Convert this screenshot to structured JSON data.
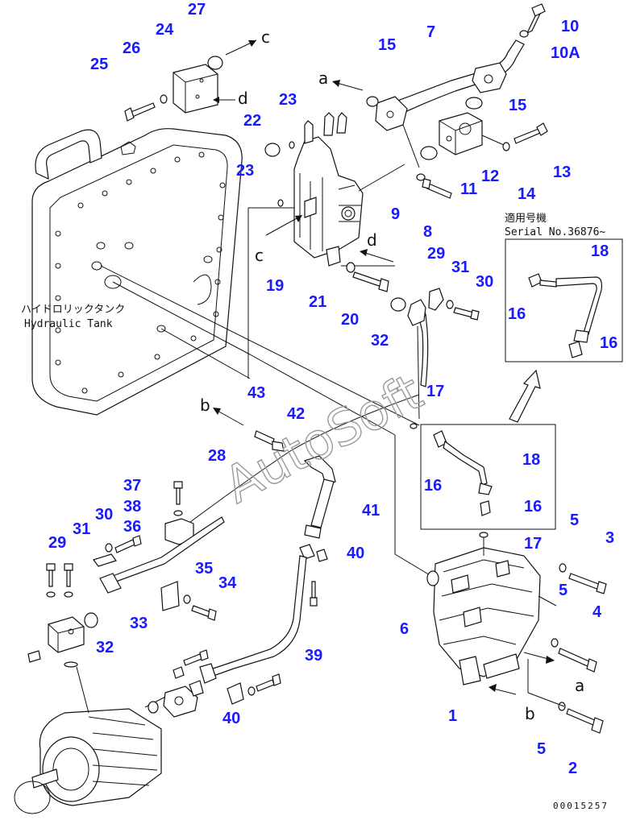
{
  "watermark": "AutoSoft",
  "tank_label": {
    "jp": "ハイドロリックタンク",
    "en": "Hydraulic Tank"
  },
  "serial_box": {
    "jp": "適用号機",
    "en": "Serial No.36876~"
  },
  "drawing_number": "00015257",
  "letters": [
    {
      "id": "c1",
      "text": "c"
    },
    {
      "id": "d1",
      "text": "d"
    },
    {
      "id": "a1",
      "text": "a"
    },
    {
      "id": "c2",
      "text": "c"
    },
    {
      "id": "d2",
      "text": "d"
    },
    {
      "id": "b1",
      "text": "b"
    },
    {
      "id": "a2",
      "text": "a"
    },
    {
      "id": "b2",
      "text": "b"
    }
  ],
  "parts": [
    {
      "id": "p27",
      "label": "27"
    },
    {
      "id": "p24",
      "label": "24"
    },
    {
      "id": "p26",
      "label": "26"
    },
    {
      "id": "p25",
      "label": "25"
    },
    {
      "id": "p22",
      "label": "22"
    },
    {
      "id": "p23a",
      "label": "23"
    },
    {
      "id": "p23b",
      "label": "23"
    },
    {
      "id": "p15a",
      "label": "15"
    },
    {
      "id": "p7",
      "label": "7"
    },
    {
      "id": "p10",
      "label": "10"
    },
    {
      "id": "p10a",
      "label": "10A"
    },
    {
      "id": "p15b",
      "label": "15"
    },
    {
      "id": "p13",
      "label": "13"
    },
    {
      "id": "p12",
      "label": "12"
    },
    {
      "id": "p11",
      "label": "11"
    },
    {
      "id": "p14",
      "label": "14"
    },
    {
      "id": "p9",
      "label": "9"
    },
    {
      "id": "p8",
      "label": "8"
    },
    {
      "id": "p19",
      "label": "19"
    },
    {
      "id": "p21",
      "label": "21"
    },
    {
      "id": "p20",
      "label": "20"
    },
    {
      "id": "p29a",
      "label": "29"
    },
    {
      "id": "p31a",
      "label": "31"
    },
    {
      "id": "p30a",
      "label": "30"
    },
    {
      "id": "p32a",
      "label": "32"
    },
    {
      "id": "p18a",
      "label": "18"
    },
    {
      "id": "p16a",
      "label": "16"
    },
    {
      "id": "p16b",
      "label": "16"
    },
    {
      "id": "p17a",
      "label": "17"
    },
    {
      "id": "p43",
      "label": "43"
    },
    {
      "id": "p42",
      "label": "42"
    },
    {
      "id": "p28",
      "label": "28"
    },
    {
      "id": "p18b",
      "label": "18"
    },
    {
      "id": "p16c",
      "label": "16"
    },
    {
      "id": "p16d",
      "label": "16"
    },
    {
      "id": "p37",
      "label": "37"
    },
    {
      "id": "p38",
      "label": "38"
    },
    {
      "id": "p41",
      "label": "41"
    },
    {
      "id": "p36",
      "label": "36"
    },
    {
      "id": "p30b",
      "label": "30"
    },
    {
      "id": "p31b",
      "label": "31"
    },
    {
      "id": "p29b",
      "label": "29"
    },
    {
      "id": "p40a",
      "label": "40"
    },
    {
      "id": "p35",
      "label": "35"
    },
    {
      "id": "p34",
      "label": "34"
    },
    {
      "id": "p33",
      "label": "33"
    },
    {
      "id": "p32b",
      "label": "32"
    },
    {
      "id": "p17b",
      "label": "17"
    },
    {
      "id": "p5a",
      "label": "5"
    },
    {
      "id": "p3",
      "label": "3"
    },
    {
      "id": "p5b",
      "label": "5"
    },
    {
      "id": "p4",
      "label": "4"
    },
    {
      "id": "p6",
      "label": "6"
    },
    {
      "id": "p39",
      "label": "39"
    },
    {
      "id": "p40b",
      "label": "40"
    },
    {
      "id": "p1",
      "label": "1"
    },
    {
      "id": "p5c",
      "label": "5"
    },
    {
      "id": "p2",
      "label": "2"
    }
  ]
}
